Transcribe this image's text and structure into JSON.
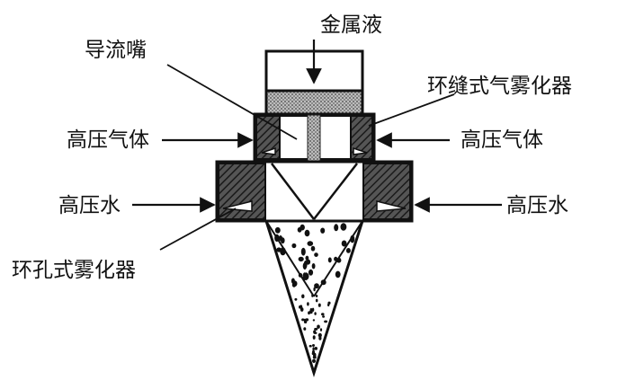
{
  "labels": {
    "metal_liquid": "金属液",
    "guide_nozzle": "导流嘴",
    "annular_gap_atomizer": "环缝式气雾化器",
    "high_pressure_gas_left": "高压气体",
    "high_pressure_gas_right": "高压气体",
    "high_pressure_water_left": "高压水",
    "high_pressure_water_right": "高压水",
    "annular_hole_atomizer": "环孔式雾化器"
  }
}
